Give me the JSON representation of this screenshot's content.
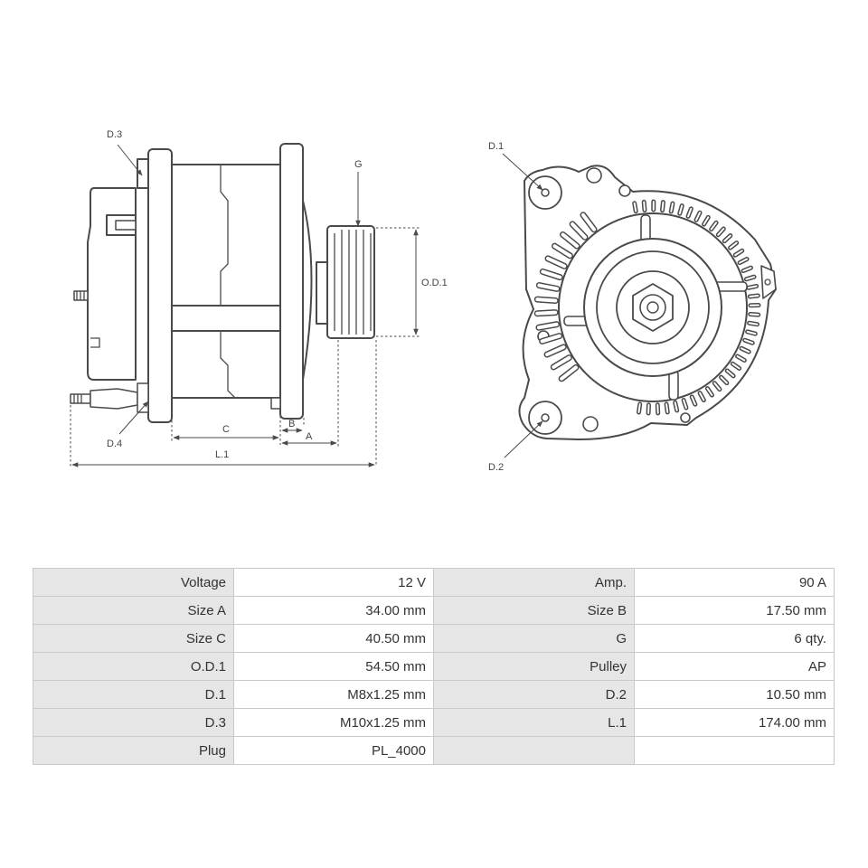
{
  "drawing": {
    "labels": {
      "d1": "D.1",
      "d2": "D.2",
      "d3": "D.3",
      "d4": "D.4",
      "g": "G",
      "od1": "O.D.1",
      "a": "A",
      "b": "B",
      "c": "C",
      "l1": "L.1"
    }
  },
  "specs": {
    "rows": [
      {
        "k1": "Voltage",
        "v1": "12 V",
        "k2": "Amp.",
        "v2": "90 A"
      },
      {
        "k1": "Size A",
        "v1": "34.00 mm",
        "k2": "Size B",
        "v2": "17.50 mm"
      },
      {
        "k1": "Size C",
        "v1": "40.50 mm",
        "k2": "G",
        "v2": "6 qty."
      },
      {
        "k1": "O.D.1",
        "v1": "54.50 mm",
        "k2": "Pulley",
        "v2": "AP"
      },
      {
        "k1": "D.1",
        "v1": "M8x1.25 mm",
        "k2": "D.2",
        "v2": "10.50 mm"
      },
      {
        "k1": "D.3",
        "v1": "M10x1.25 mm",
        "k2": "L.1",
        "v2": "174.00 mm"
      },
      {
        "k1": "Plug",
        "v1": "PL_4000",
        "k2": "",
        "v2": ""
      }
    ]
  }
}
